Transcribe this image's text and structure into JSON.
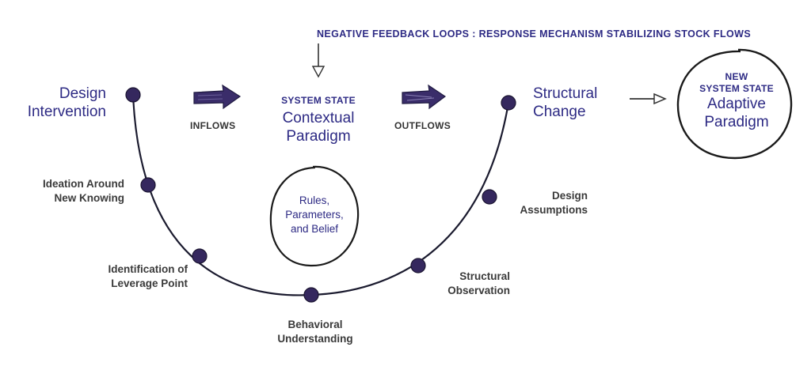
{
  "banner": "NEGATIVE FEEDBACK LOOPS : RESPONSE MECHANISM STABILIZING STOCK FLOWS",
  "left_node": {
    "line1": "Design",
    "line2": "Intervention"
  },
  "inflows": "INFLOWS",
  "system_state": {
    "kicker": "SYSTEM STATE",
    "line1": "Contextual",
    "line2": "Paradigm"
  },
  "outflows": "OUTFLOWS",
  "right_node": {
    "line1": "Structural",
    "line2": "Change"
  },
  "new_state": {
    "kicker1": "NEW",
    "kicker2": "SYSTEM STATE",
    "line1": "Adaptive",
    "line2": "Paradigm"
  },
  "rules_circle": {
    "line1": "Rules,",
    "line2": "Parameters,",
    "line3": "and Belief"
  },
  "stages": {
    "ideation": {
      "line1": "Ideation Around",
      "line2": "New Knowing"
    },
    "leverage": {
      "line1": "Identification of",
      "line2": "Leverage Point"
    },
    "behavioral": {
      "line1": "Behavioral",
      "line2": "Understanding"
    },
    "structural_obs": {
      "line1": "Structural",
      "line2": "Observation"
    },
    "assumptions": {
      "line1": "Design",
      "line2": "Assumptions"
    }
  },
  "colors": {
    "primary": "#2d2a84",
    "dot": "#35285e",
    "line": "#1a1a2e",
    "text_dark": "#333333"
  }
}
